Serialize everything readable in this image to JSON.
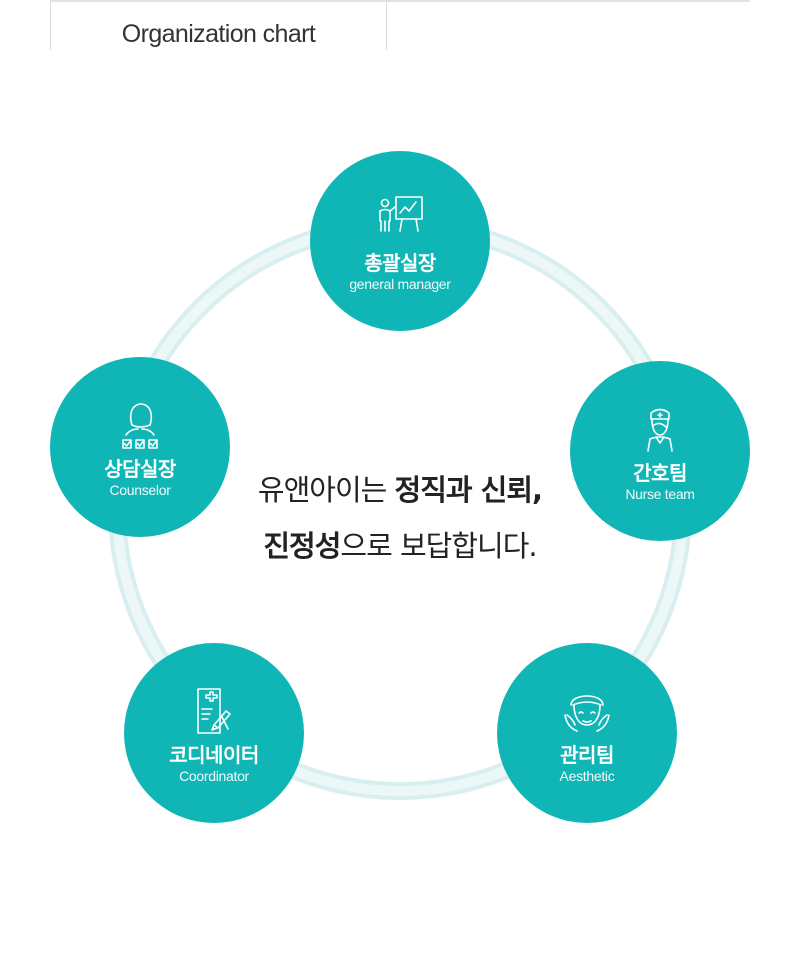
{
  "tabs": [
    {
      "label": "Organization chart"
    }
  ],
  "slogan": {
    "line1_normal": "유앤아이는 ",
    "line1_bold": "정직과 신뢰,",
    "line2_bold": "진정성",
    "line2_normal": "으로 보답합니다."
  },
  "nodes": {
    "general_manager": {
      "ko": "총괄실장",
      "en": "general manager",
      "icon": "presentation-board-icon"
    },
    "counselor": {
      "ko": "상담실장",
      "en": "Counselor",
      "icon": "counselor-checklist-icon"
    },
    "nurse": {
      "ko": "간호팀",
      "en": "Nurse team",
      "icon": "nurse-icon"
    },
    "coordinator": {
      "ko": "코디네이터",
      "en": "Coordinator",
      "icon": "medical-form-icon"
    },
    "aesthetic": {
      "ko": "관리팀",
      "en": "Aesthetic",
      "icon": "face-care-icon"
    }
  },
  "colors": {
    "node": "#10b5b5",
    "ring": "#e6f4f4",
    "ring_edge": "#d5ecec",
    "text": "#222222"
  }
}
